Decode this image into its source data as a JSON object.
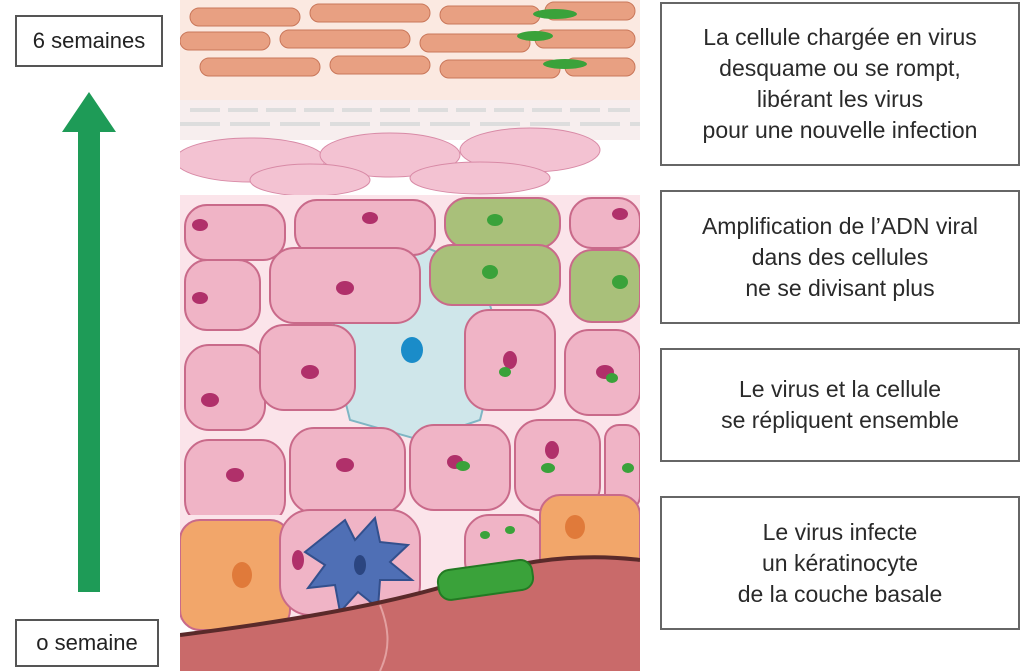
{
  "timeline": {
    "top_label": "6 semaines",
    "bottom_label": "o semaine",
    "arrow_color": "#1e9b57"
  },
  "stages": [
    {
      "lines": [
        "La cellule chargée en virus",
        "desquame ou se rompt,",
        "libérant les virus",
        "pour une nouvelle infection"
      ]
    },
    {
      "lines": [
        "Amplification de l’ADN viral",
        "dans des cellules",
        "ne se divisant plus"
      ]
    },
    {
      "lines": [
        "Le virus et la cellule",
        "se répliquent ensemble"
      ]
    },
    {
      "lines": [
        "Le virus infecte",
        "un kératinocyte",
        "de la couche basale"
      ]
    }
  ],
  "colors": {
    "cell_pink": "#f0b4c6",
    "cell_border": "#c96a8a",
    "nucleus": "#b0306a",
    "virus_green": "#3aa23a",
    "infected_cell": "#a9c07a",
    "langerhans_cell": "#cfe6ea",
    "dendritic_blue": "#4f6fb5",
    "basal_orange": "#f2a66a",
    "dermis": "#c96a6a",
    "stratum_corneum": "#e8a082"
  }
}
